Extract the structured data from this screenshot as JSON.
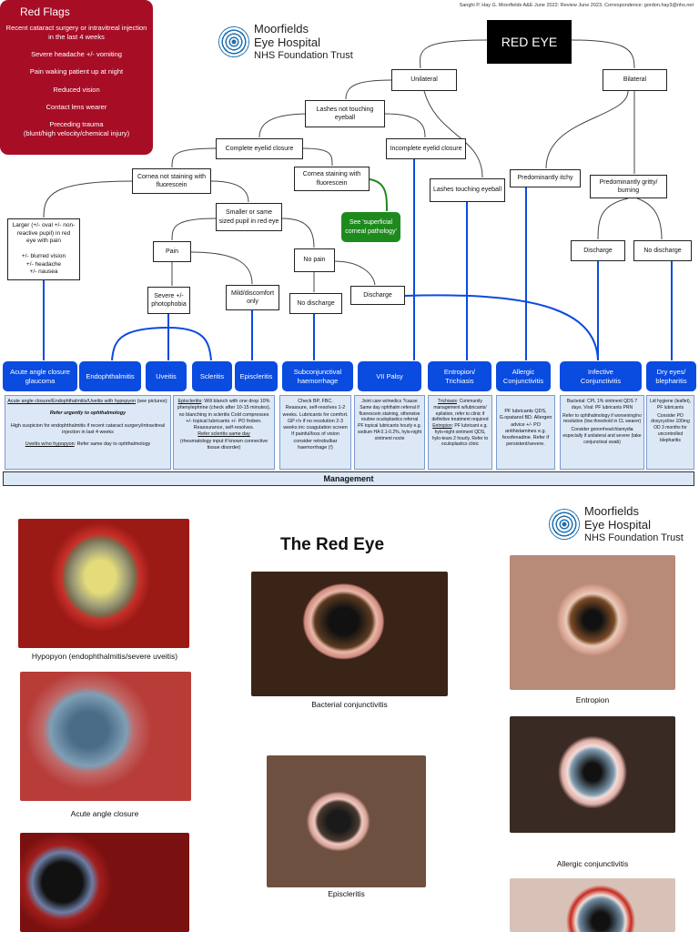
{
  "citation": "Sanghi P, Hay G. Moorfields A&E June 2022: Review June 2023. Correspondence: gordon.hay3@nhs.net",
  "logo": {
    "line1": "Moorfields",
    "line2": "Eye Hospital",
    "line3": "NHS Foundation Trust"
  },
  "red_flags": {
    "title": "Red Flags",
    "items": [
      "Recent cataract surgery or intravitreal injection in the last 4 weeks",
      "Severe headache +/- vomiting",
      "Pain waking patient up at night",
      "Reduced vision",
      "Contact lens wearer",
      "Preceding trauma\n(blunt/high velocity/chemical injury)"
    ]
  },
  "flow": {
    "root": "RED EYE",
    "unilateral": "Unilateral",
    "bilateral": "Bilateral",
    "lashes_not_touching": "Lashes not touching\neyeball",
    "complete_closure": "Complete eyelid closure",
    "incomplete_closure": "Incomplete eyelid closure",
    "lashes_touching": "Lashes touching eyeball",
    "itchy": "Predominantly itchy",
    "gritty": "Predominantly gritty/\nburning",
    "cornea_not_staining": "Cornea not staining with\nfluorescein",
    "cornea_staining": "Cornea staining with\nfluorescein",
    "superficial": "See 'superficial\ncorneal pathology'",
    "smaller_pupil": "Smaller or same\nsized pupil in red eye",
    "larger_pupil": "Larger (+/- oval +/- non-\nreactive pupil) in red\neye with pain\n\n+/- blurred vision\n+/- headache\n+/- nausea",
    "pain": "Pain",
    "no_pain": "No pain",
    "severe": "Severe +/-\nphotophobia",
    "mild": "Mild/discomfort\nonly",
    "no_discharge_left": "No discharge",
    "discharge_left": "Discharge",
    "discharge_right": "Discharge",
    "no_discharge_right": "No discharge"
  },
  "diagnoses": [
    "Acute angle closure\nglaucoma",
    "Endophthalmitis",
    "Uveitis",
    "Scleritis",
    "Episcleritis",
    "Subconjunctival\nhaemorrhage",
    "VII Palsy",
    "Entropion/\nTrichiasis",
    "Allergic\nConjunctivitis",
    "Infective\nConjunctivitis",
    "Dry eyes/\nblepharitis"
  ],
  "management": {
    "label": "Management",
    "acute": {
      "heading": "Acute angle closure/Endophthalmitis/Uveitis with hypopyon",
      "heading_suffix": " (see pictures):",
      "urgent": "Refer urgently to ophthalmology",
      "suspicion": "High suspicion for endophthalmitis if recent cataract surgery/intravitreal injection in last 4 weeks",
      "uveitis_label": "Uveitis w/no hypopyon",
      "uveitis_text": ": Refer same day to ophthalmology"
    },
    "episcleritis": {
      "label": "Episcleritis",
      "text": ": Will blanch with one drop 10% phenylephrine (check after 10-15 minutes), no blanching in scleritis Cold compresses +/- topical lubricants +/- PO froben. Reassurance, self-resolves.",
      "scleritis": "Refer scleritis same day",
      "rheum": "(rheumatology input if known connective tissue disorder)"
    },
    "subconj": "Check BP, FBC.\nReassure, self-resolves 1-2 weeks. Lubricants for comfort.\nGP r/v if no resolution 2-3 weeks inc coagulation screen\nIf painful/loss of vision consider retrobulbar haemorrhage (!)",
    "vii": "Joint care w/medics ?cause\nSame day ophthalm referral if fluorescein staining, otherwise routine oculoplastics referral\nPF topical lubricants hourly e.g. sodium HA 0.1-0.2%, hylo-night ointment nocte",
    "entropion": {
      "trichiasis_label": "Trichiasis",
      "trichiasis_text": ": Community management w/lubricants/ epilation, refer to clinic if definitive treatment required",
      "entropion_label": "Entropion",
      "entropion_text": ": PF lubricant e.g. hylo-night ointment QDS, hylo-tears 2 hourly. Refer to oculoplastics clinic"
    },
    "allergic": "PF lubricants QDS, G.opatanol BD. Allergen advice +/- PO antihistamines e.g. fexofenadine. Refer if persistent/severe.",
    "infective": [
      "Bacterial: CPL 1% ointment QDS 7 days. Viral: PF lubricants PRN",
      "Refer to ophthalmology if worsening/no resolution (low threshold in CL wearer)",
      "Consider gonorrhea/chlamydia especially if unilateral and severe (take conjunctival swab)"
    ],
    "dry": [
      "Lid hygiene (leaflet), PF lubricants",
      "Consider PO doxycycline 100mg OD 3 months for uncontrolled blepharitis"
    ]
  },
  "gallery": {
    "title": "The Red Eye",
    "captions": [
      "Hypopyon (endophthalmitis/severe uveitis)",
      "Acute angle closure",
      "Bacterial conjunctivitis",
      "Episcleritis",
      "Entropion",
      "Allergic conjunctivitis"
    ]
  },
  "colors": {
    "red_flags": "#a80d26",
    "diagnosis": "#0a4be0",
    "management_bg": "#dde8f7",
    "superficial": "#1e8a1e"
  }
}
